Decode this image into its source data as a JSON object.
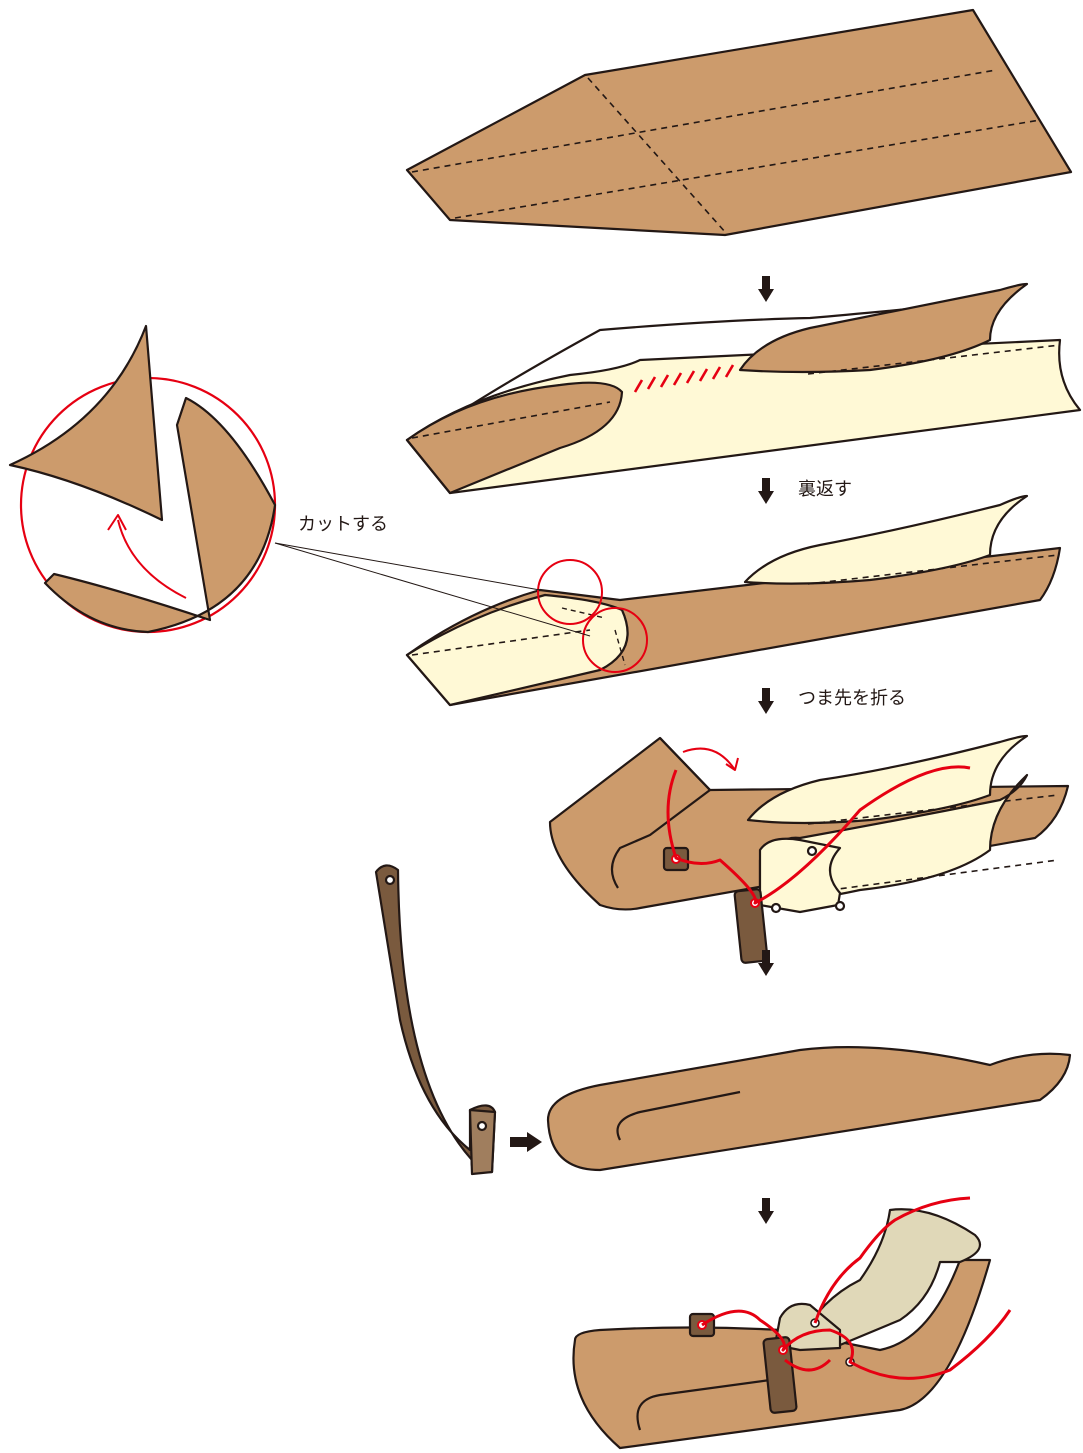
{
  "labels": {
    "cut": "カットする",
    "turn_over": "裏返す",
    "fold_toe": "つま先を折る"
  },
  "colors": {
    "leather": "#cc9b6c",
    "leather_inner": "#fff9d6",
    "leather_inner_final": "#e0d8b8",
    "strap": "#7a5a3e",
    "outline": "#231815",
    "stitch": "#e60012"
  },
  "icons": {
    "step_arrow": "arrow-down-icon",
    "attach_arrow": "arrow-right-icon",
    "fold_hint": "curved-arrow-icon"
  }
}
